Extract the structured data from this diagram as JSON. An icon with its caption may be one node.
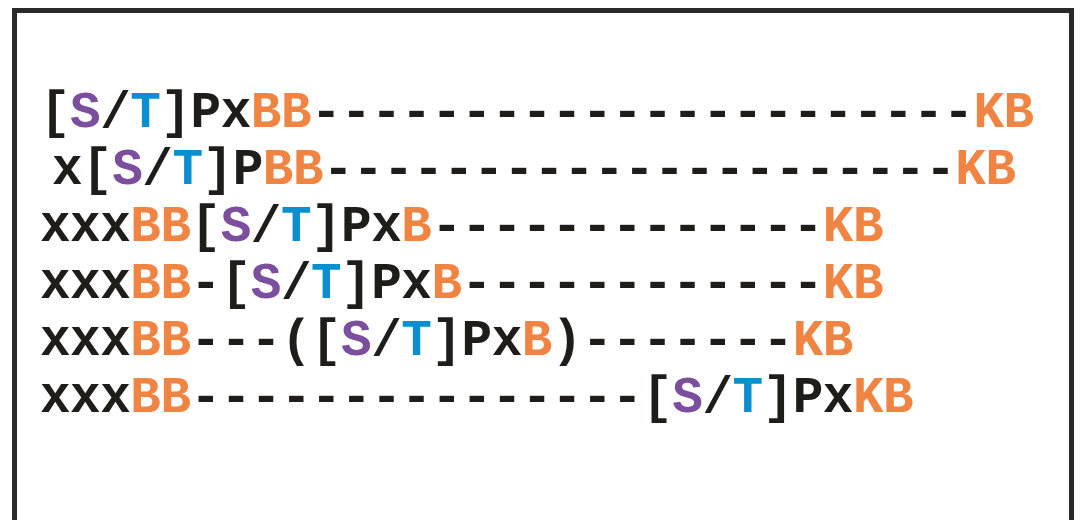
{
  "diagram": {
    "labels": [
      "[S/T]PxBB----------------------KB",
      "x[S/T]PBB---------------------KB",
      "xxxBB[S/T]PxB-------------KB",
      "xxxBB-[S/T]PxB------------KB",
      "xxxBB---([S/T]PxB)-------KB",
      "xxxBB---------------[S/T]PxKB"
    ]
  }
}
